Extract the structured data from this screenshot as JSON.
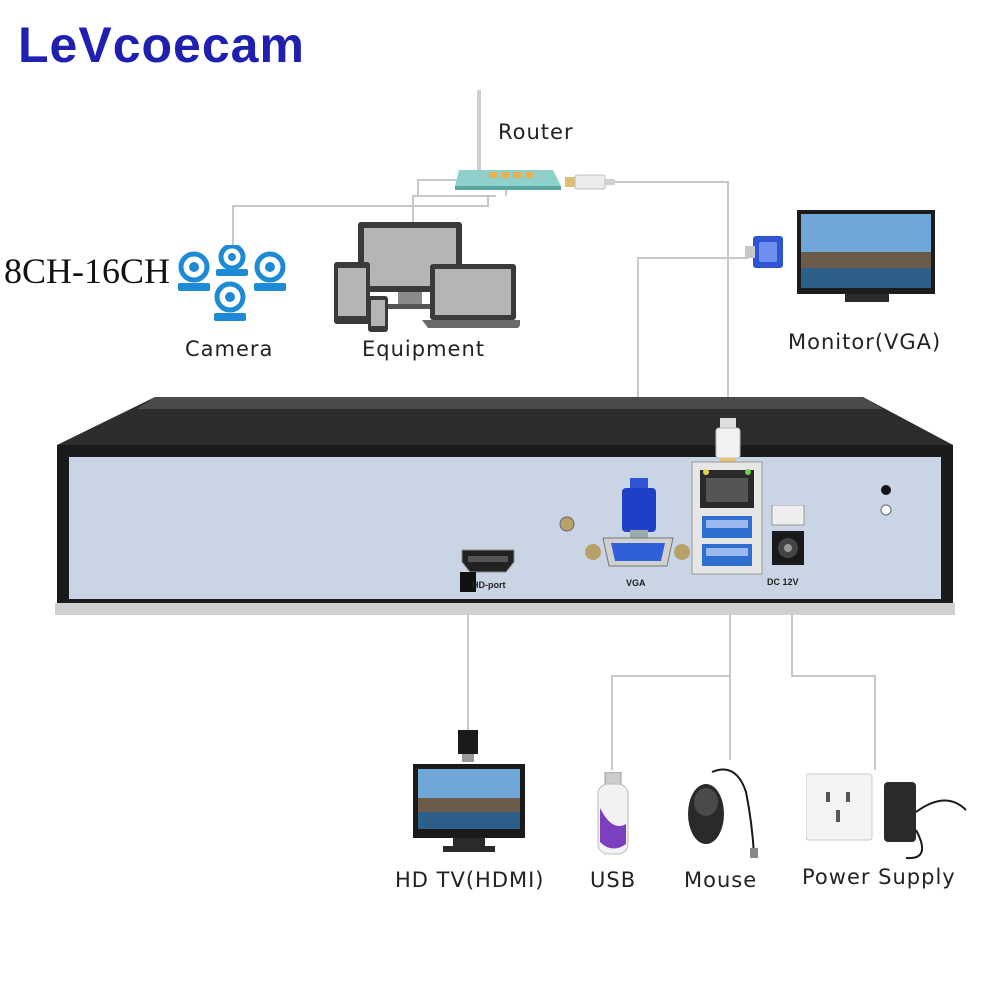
{
  "brand": "LeVcoecam",
  "channels": "8CH-16CH",
  "labels": {
    "router": "Router",
    "camera": "Camera",
    "equipment": "Equipment",
    "monitor": "Monitor(VGA)",
    "hdtv": "HD TV(HDMI)",
    "usb": "USB",
    "mouse": "Mouse",
    "power": "Power Supply"
  },
  "panel": {
    "hdmi_port": "HD-port",
    "vga_port": "VGA",
    "dc_port": "DC 12V"
  },
  "colors": {
    "brand": "#1f1fb0",
    "camera_blue": "#1e8ad6",
    "vga_blue": "#1f3fc9",
    "usb_blue": "#2f6fd0",
    "panel": "#c9d4e4"
  }
}
